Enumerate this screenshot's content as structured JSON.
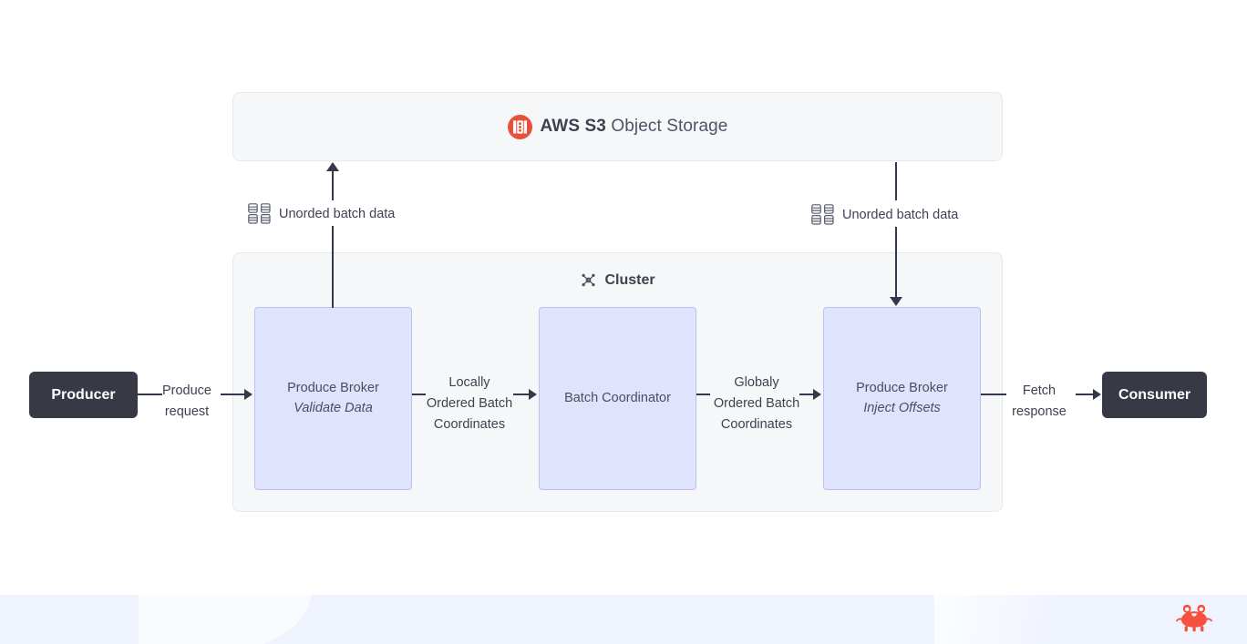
{
  "diagram": {
    "storage": {
      "icon": "aws-s3-icon",
      "brand": "AWS S3",
      "suffix": "Object Storage",
      "accent_color": "#E8503A"
    },
    "cluster": {
      "icon": "cluster-network-icon",
      "label": "Cluster",
      "panel_color": "#F6F7F9"
    },
    "nodes": [
      {
        "id": "produce-broker-validate",
        "title": "Produce Broker",
        "subtitle": "Validate Data",
        "fill": "#DFE3FB",
        "border": "#B9C2EE"
      },
      {
        "id": "batch-coordinator",
        "title": "Batch Coordinator",
        "subtitle": "",
        "fill": "#DFE3FB",
        "border": "#B9C2EE"
      },
      {
        "id": "produce-broker-offsets",
        "title": "Produce Broker",
        "subtitle": "Inject Offsets",
        "fill": "#DFE3FB",
        "border": "#B9C2EE"
      }
    ],
    "endpoints": [
      {
        "id": "producer",
        "label": "Producer",
        "fill": "#373A44"
      },
      {
        "id": "consumer",
        "label": "Consumer",
        "fill": "#373A44"
      }
    ],
    "edges": [
      {
        "id": "produce-request",
        "label": "Produce\nrequest",
        "line1": "Produce",
        "line2": "request",
        "line3": ""
      },
      {
        "id": "locally-ordered",
        "line1": "Locally",
        "line2": "Ordered Batch",
        "line3": "Coordinates"
      },
      {
        "id": "globaly-ordered",
        "line1": "Globaly",
        "line2": "Ordered Batch",
        "line3": "Coordinates"
      },
      {
        "id": "fetch-response",
        "line1": "Fetch",
        "line2": "response",
        "line3": ""
      }
    ],
    "storage_edges": [
      {
        "id": "upload-unorded-batch-data",
        "icon": "database-grid-icon",
        "label": "Unorded batch data",
        "direction": "up"
      },
      {
        "id": "download-unorded-batch-data",
        "icon": "database-grid-icon",
        "label": "Unorded batch data",
        "direction": "down"
      }
    ],
    "footer": {
      "logo": "crab-logo",
      "logo_color": "#F5513C",
      "band_color": "#EFF3FE"
    }
  }
}
